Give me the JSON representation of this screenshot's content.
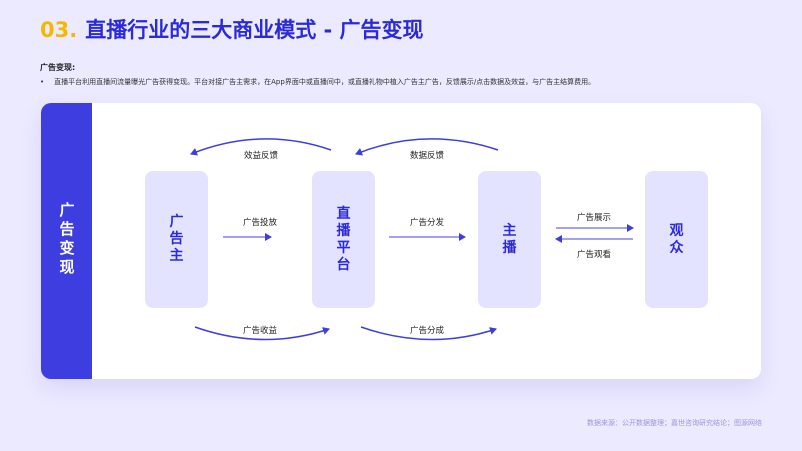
{
  "header": {
    "number": "03.",
    "title": "直播行业的三大商业模式 - 广告变现"
  },
  "intro": {
    "heading": "广告变现:",
    "bullet": "直播平台利用直播间流量曝光广告获得变现。平台对接广告主需求，在App界面中或直播间中，或直播礼物中植入广告主广告，反馈展示/点击数据及效益，与广告主结算费用。"
  },
  "diagram": {
    "side_label": "广告变现",
    "nodes": [
      "广告主",
      "直播平台",
      "主播",
      "观众"
    ],
    "flows": {
      "top_feedback_1": "效益反馈",
      "top_feedback_2": "数据反馈",
      "advertiser_to_platform": "广告投放",
      "platform_to_streamer": "广告分发",
      "streamer_to_audience": "广告展示",
      "audience_to_streamer": "广告观看",
      "bottom_income": "广告收益",
      "bottom_split": "广告分成"
    },
    "accent_color": "#3d3de0",
    "node_color": "#e4e3ff"
  },
  "footer": {
    "source": "数据来源：公开数据整理；嘉世咨询研究结论；图源网络"
  }
}
